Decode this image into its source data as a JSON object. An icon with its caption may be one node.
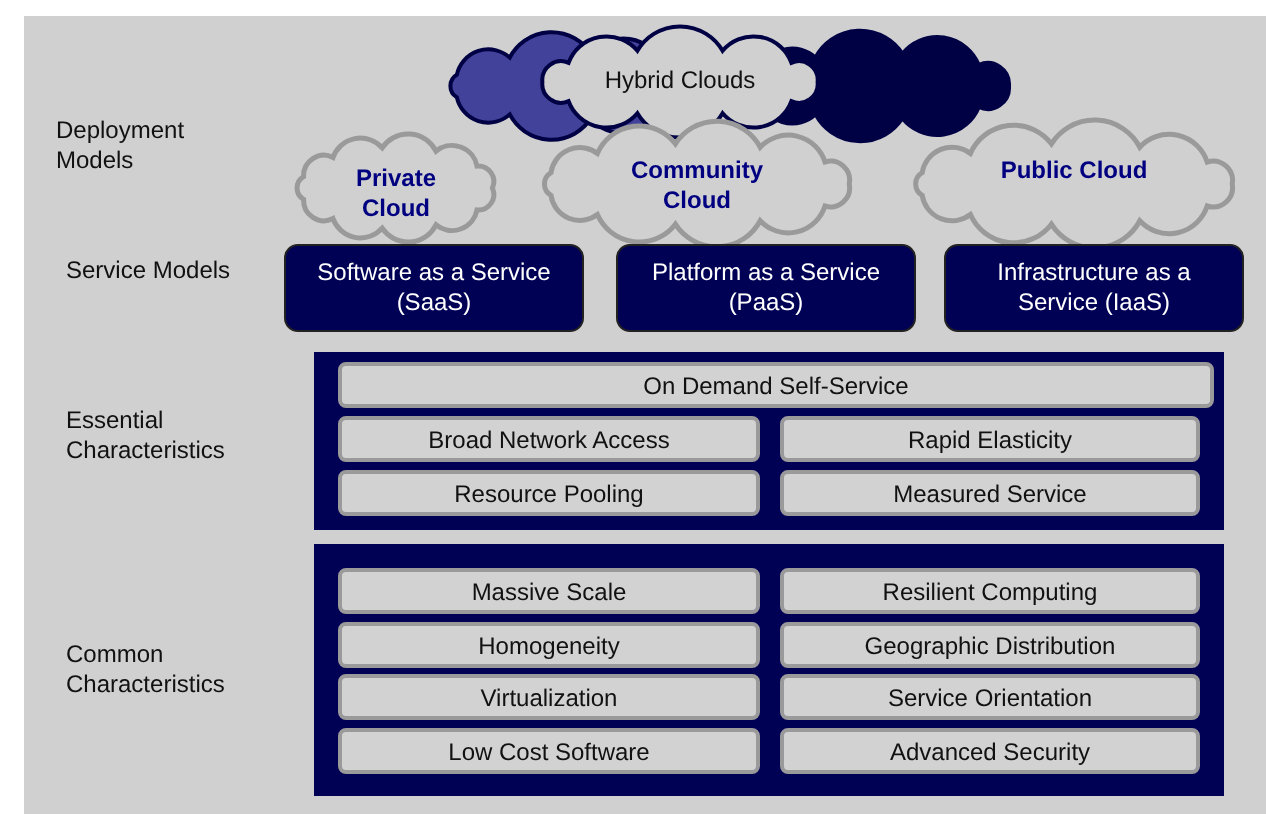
{
  "diagram": {
    "nodes": [
      {
        "text": [
          "Hybrid Clouds"
        ]
      },
      {
        "text": [
          "Private Cloud"
        ]
      },
      {
        "text": [
          "Community Cloud"
        ]
      },
      {
        "text": [
          "Public Cloud"
        ]
      },
      {
        "text": [
          "Software as a Service (SaaS)"
        ]
      },
      {
        "text": [
          "Platform as a Service (PaaS)"
        ]
      },
      {
        "text": [
          "Infrastructure as a Service (IaaS)"
        ]
      },
      {
        "text": [],
        "shape": "box"
      },
      {
        "text": [
          "On Demand Self-Service"
        ],
        "in": 7
      },
      {
        "text": [
          "Broad Network Access"
        ],
        "in": 7
      },
      {
        "text": [
          "Rapid Elasticity"
        ],
        "in": 7
      },
      {
        "text": [
          "Resource Pooling"
        ],
        "in": 7
      },
      {
        "text": [
          "Measured Service"
        ],
        "in": 7
      },
      {
        "text": [],
        "shape": "box"
      },
      {
        "text": [
          "Massive Scale"
        ],
        "in": 13
      },
      {
        "text": [
          "Resilient Computing"
        ],
        "in": 13
      },
      {
        "text": [
          "Homogeneity"
        ],
        "in": 13
      },
      {
        "text": [
          "Geographic Distribution"
        ],
        "in": 13
      },
      {
        "text": [
          "Virtualization"
        ],
        "in": 13
      },
      {
        "text": [
          "Service Orientation"
        ],
        "in": 13
      },
      {
        "text": [
          "Low Cost Software"
        ],
        "in": 13
      },
      {
        "text": [
          "Advanced Security"
        ],
        "in": 13
      }
    ],
    "edges": [],
    "labels": [
      "Deployment Models",
      "Service Models",
      "Essential Characteristics",
      "Common Characteristics"
    ]
  }
}
